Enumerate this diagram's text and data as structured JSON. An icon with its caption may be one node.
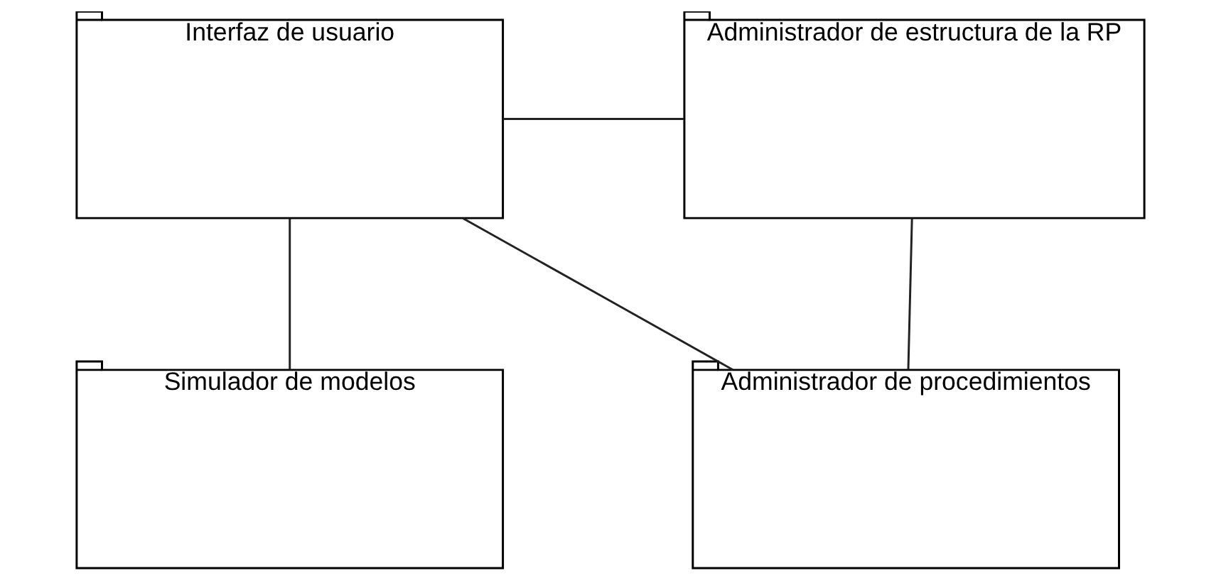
{
  "diagram": {
    "nodes": [
      {
        "text": [
          "Interfaz de usuario"
        ]
      },
      {
        "text": [
          "Administrador de estructura de la RP"
        ]
      },
      {
        "text": [
          "Simulador de modelos"
        ]
      },
      {
        "text": [
          "Administrador de procedimientos"
        ]
      }
    ],
    "edges": [
      {
        "from": 0,
        "to": 1,
        "arrow": "none"
      },
      {
        "from": 0,
        "to": 2,
        "arrow": "none"
      },
      {
        "from": 0,
        "to": 3,
        "arrow": "none"
      },
      {
        "from": 1,
        "to": 3,
        "arrow": "none"
      }
    ]
  }
}
